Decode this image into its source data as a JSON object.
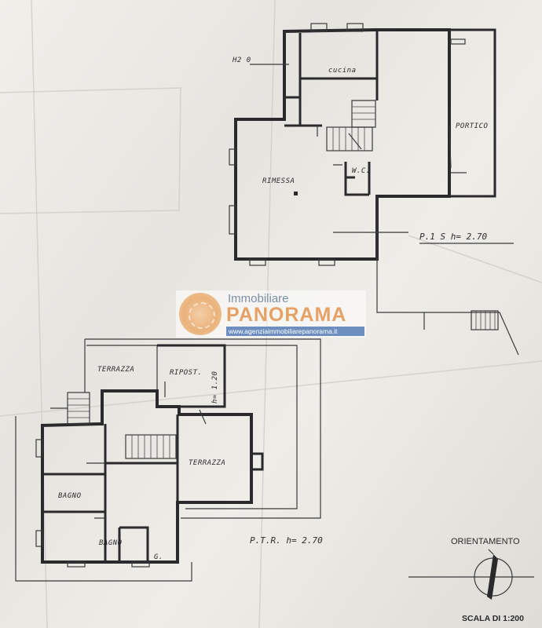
{
  "upper_floor": {
    "rooms": {
      "h2o": "H2 0",
      "cucina": "cucina",
      "portico": "PORTICO",
      "rimessa": "RIMESSA",
      "wc": "W.C."
    },
    "level_label": "P.1 S h= 2.70"
  },
  "lower_floor": {
    "rooms": {
      "terrazza_top": "TERRAZZA",
      "ripost": "RIPOST.",
      "height_note": "h= 1.20",
      "terrazza_right": "TERRAZZA",
      "bagno_1": "BAGNO",
      "bagno_2": "BAGNO",
      "g": "G."
    },
    "level_label": "P.T.R. h= 2.70"
  },
  "orientation": {
    "label": "ORIENTAMENTO"
  },
  "scale": {
    "label": "SCALA DI 1:200"
  },
  "watermark": {
    "line1": "Immobiliare",
    "line2": "PANORAMA",
    "url": "www.agenziaimmobiliarepanorama.it"
  }
}
